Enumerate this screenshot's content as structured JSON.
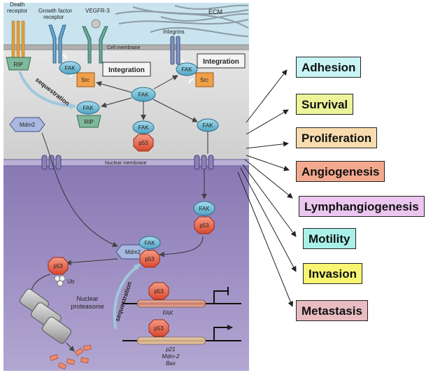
{
  "colors": {
    "ecm": "#c9e4ee",
    "cytoplasm": "#dcdcdc",
    "nucleus": "#9b8cc0",
    "fak": "#7ec3d9",
    "p53": "#e8664e",
    "src": "#f0a04a",
    "rip": "#7fb89a",
    "mdm2": "#a8b8e0"
  },
  "receptors": {
    "death": "Death receptor",
    "growth_factor": "Growth factor receptor",
    "vegfr3": "VEGFR-3",
    "integrins": "Integrins",
    "ecm": "ECM"
  },
  "membranes": {
    "cell": "Cell membrane",
    "nuclear": "Nuclear membrane"
  },
  "proteins": {
    "rip": "RIP",
    "fak": "FAK",
    "src": "Src",
    "mdm2": "Mdm2",
    "p53": "p53",
    "ub": "Ub"
  },
  "labels": {
    "integration": "Integration",
    "sequestration": "sequestration",
    "nuclear_proteasome_line1": "Nuclear",
    "nuclear_proteasome_line2": "proteasome",
    "gene_fak": "FAK",
    "gene_p21": "p21",
    "gene_mdm2": "Mdm-2",
    "gene_bax": "Bax"
  },
  "outcomes": [
    {
      "label": "Adhesion",
      "color": "#c8f4f4"
    },
    {
      "label": "Survival",
      "color": "#ecf49a"
    },
    {
      "label": "Proliferation",
      "color": "#f8dcae"
    },
    {
      "label": "Angiogenesis",
      "color": "#f3a98e"
    },
    {
      "label": "Lymphangiogenesis",
      "color": "#ebc6ef"
    },
    {
      "label": "Motility",
      "color": "#a8f0e8"
    },
    {
      "label": "Invasion",
      "color": "#f7f572"
    },
    {
      "label": "Metastasis",
      "color": "#e8bcc0"
    }
  ]
}
